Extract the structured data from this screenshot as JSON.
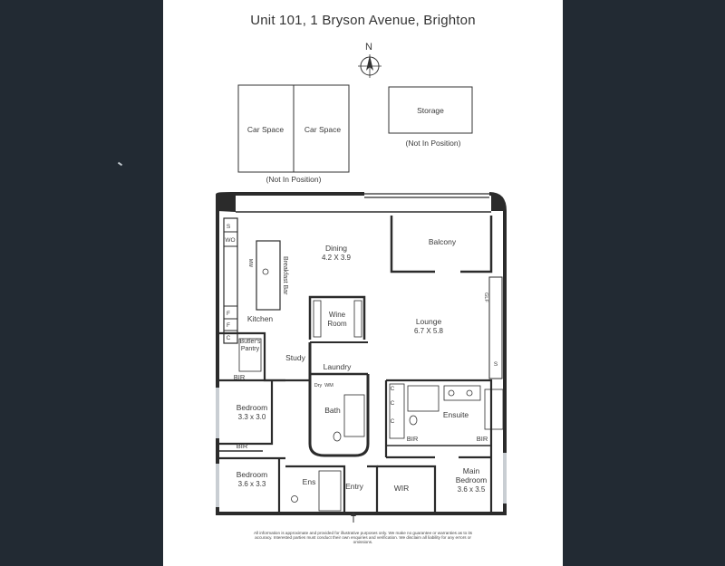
{
  "title": "Unit 101, 1 Bryson Avenue, Brighton",
  "north_label": "N",
  "outbuildings": {
    "car_space_1": "Car Space",
    "car_space_2": "Car Space",
    "car_note": "(Not In Position)",
    "storage": "Storage",
    "storage_note": "(Not In Position)"
  },
  "rooms": {
    "dining": "Dining",
    "dining_dims": "4.2 X 3.9",
    "balcony": "Balcony",
    "lounge": "Lounge",
    "lounge_dims": "6.7 X 5.8",
    "kitchen": "Kitchen",
    "breakfast_bar": "Breakfast Bar",
    "wine_room_1": "Wine",
    "wine_room_2": "Room",
    "butlers_pantry_1": "Butler's",
    "butlers_pantry_2": "Pantry",
    "study": "Study",
    "laundry": "Laundry",
    "bath": "Bath",
    "ensuite": "Ensuite",
    "bedroom_a": "Bedroom",
    "bedroom_a_dims": "3.3 x 3.0",
    "bedroom_b": "Bedroom",
    "bedroom_b_dims": "3.6 x 3.3",
    "main_bedroom_1": "Main",
    "main_bedroom_2": "Bedroom",
    "main_bedroom_dims": "3.6 x 3.5",
    "ens": "Ens",
    "entry": "Entry",
    "wir": "WIR",
    "bir_1": "BIR",
    "bir_2": "BIR",
    "bir_3": "BIR",
    "bir_4": "BIR"
  },
  "fixtures": {
    "s_top": "S",
    "wo": "WO",
    "f1": "F",
    "f2": "F",
    "c_kitchen": "C",
    "s_lounge": "S",
    "glf": "GLF",
    "c1": "C",
    "c2": "C",
    "c3": "C",
    "dry": "Dry",
    "wm": "WM",
    "mw": "MW"
  },
  "disclaimer": "All information is approximate and provided for illustrative purposes only. We make no guarantee or warranties as to its accuracy. Interested parties must conduct their own enquiries and verification. We disclaim all liability for any errors or omissions."
}
